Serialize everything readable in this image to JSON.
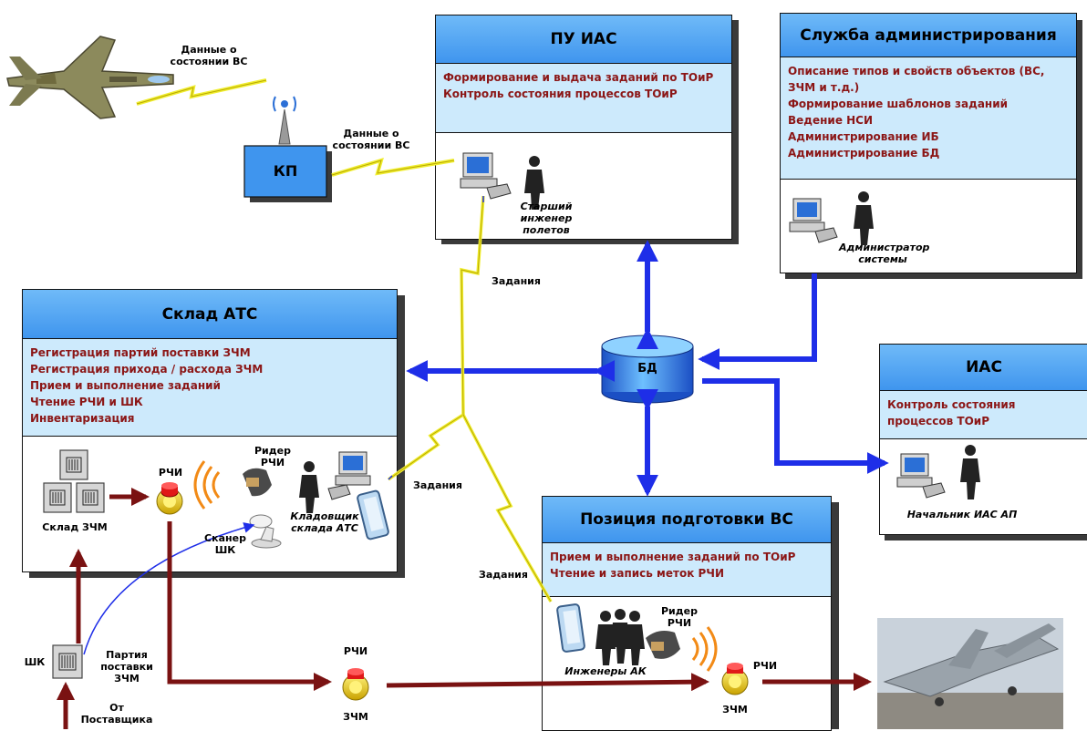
{
  "telemetry": {
    "aircraft_status_top": "Данные о состоянии ВС",
    "kp_label": "КП",
    "aircraft_status_kp": "Данные о состоянии ВС"
  },
  "pu_ias": {
    "title": "ПУ ИАС",
    "items": [
      "Формирование и выдача заданий по ТОиР",
      "Контроль состояния процессов ТОиР"
    ],
    "role": "Старший инженер полетов"
  },
  "admin": {
    "title": "Служба администрирования",
    "items": [
      "Описание типов и свойств объектов (ВС, ЗЧМ и т.д.)",
      "Формирование шаблонов заданий",
      "Ведение НСИ",
      "Администрирование ИБ",
      "Администрирование БД"
    ],
    "role": "Администратор системы"
  },
  "warehouse": {
    "title": "Склад АТС",
    "items": [
      "Регистрация партий поставки ЗЧМ",
      "Регистрация прихода / расхода ЗЧМ",
      "Прием и выполнение заданий",
      "Чтение РЧИ и ШК",
      "Инвентаризация"
    ],
    "storage_label": "Склад ЗЧМ",
    "rfid_tag": "РЧИ",
    "reader": "Ридер РЧИ",
    "scanner": "Сканер ШК",
    "role": "Кладовщик склада АТС"
  },
  "db": {
    "label": "БД"
  },
  "ias": {
    "title": "ИАС",
    "items": [
      "Контроль состояния процессов ТОиР"
    ],
    "role": "Начальник ИАС АП"
  },
  "prep": {
    "title": "Позиция подготовки ВС",
    "items": [
      "Прием и выполнение заданий по ТОиР",
      "Чтение и запись меток РЧИ"
    ],
    "reader": "Ридер РЧИ",
    "role": "Инженеры АК",
    "rfid_tag": "РЧИ",
    "part_label": "ЗЧМ"
  },
  "tasks": {
    "t1": "Задания",
    "t2": "Задания",
    "t3": "Задания"
  },
  "supply": {
    "barcode": "ШК",
    "batch": "Партия поставки ЗЧМ",
    "from_supplier": "От Поставщика"
  },
  "transit": {
    "rfid_tag": "РЧИ",
    "part_label": "ЗЧМ"
  },
  "colors": {
    "header_blue": "#4a9ff0",
    "desc_blue": "#cdeafc",
    "desc_text": "#8b1616",
    "arrow_blue": "#1e2ee8",
    "arrow_brown": "#7a1212",
    "lightning": "#f0ee30"
  }
}
